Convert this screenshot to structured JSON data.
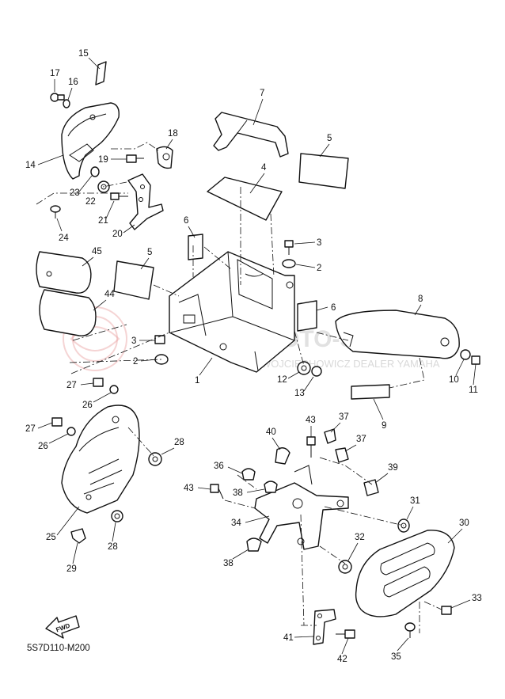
{
  "diagram_code": "5S7D110-M200",
  "fwd_label": "FWD",
  "watermark": {
    "brand": "MOTO-SKLEP.PL",
    "tagline": "WOJCIECHOWICZ DEALER YAMAHA"
  },
  "callouts": {
    "n1": "1",
    "n2a": "2",
    "n2b": "2",
    "n3a": "3",
    "n3b": "3",
    "n4": "4",
    "n5a": "5",
    "n5b": "5",
    "n6a": "6",
    "n6b": "6",
    "n7": "7",
    "n8": "8",
    "n9": "9",
    "n10": "10",
    "n11": "11",
    "n12": "12",
    "n13": "13",
    "n14": "14",
    "n15": "15",
    "n16": "16",
    "n17": "17",
    "n18": "18",
    "n19": "19",
    "n20": "20",
    "n21": "21",
    "n22": "22",
    "n23": "23",
    "n24": "24",
    "n25": "25",
    "n26a": "26",
    "n26b": "26",
    "n27a": "27",
    "n27b": "27",
    "n28a": "28",
    "n28b": "28",
    "n29": "29",
    "n30": "30",
    "n31": "31",
    "n32": "32",
    "n33": "33",
    "n34": "34",
    "n35": "35",
    "n36": "36",
    "n37a": "37",
    "n37b": "37",
    "n38a": "38",
    "n38b": "38",
    "n39": "39",
    "n40": "40",
    "n41": "41",
    "n42": "42",
    "n43a": "43",
    "n43b": "43",
    "n44": "44",
    "n45": "45"
  }
}
